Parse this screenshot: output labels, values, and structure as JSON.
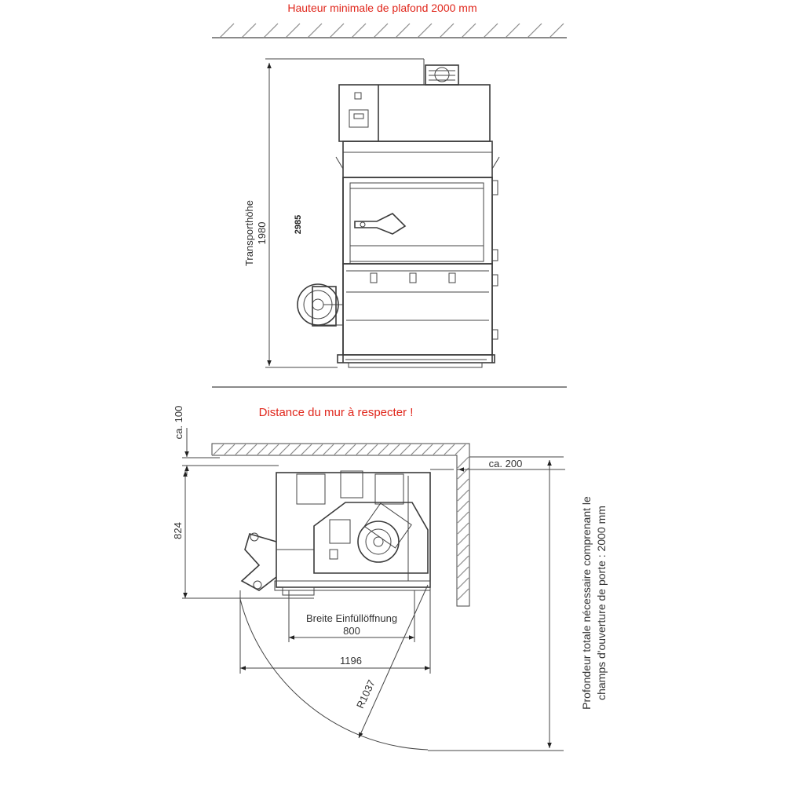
{
  "diagram": {
    "ceiling_note": "Hauteur minimale de plafond 2000 mm",
    "wall_note": "Distance du mur à respecter !",
    "front_view": {
      "transport_height_label": "Transporthöhe",
      "transport_height_value": "1980",
      "total_height_value": "2985"
    },
    "top_view": {
      "wall_gap_top": "ca. 100",
      "wall_gap_side": "ca. 200",
      "depth_value": "824",
      "opening_label": "Breite Einfüllöffnung",
      "opening_value": "800",
      "width_value": "1196",
      "radius_value": "R1037",
      "total_depth_line1": "Profondeur totale nécessaire comprenant le",
      "total_depth_line2": "champs d'ouverture de porte : 2000 mm"
    },
    "colors": {
      "note": "#e0261b",
      "line": "#333333",
      "hatch": "#8a8a8a"
    }
  }
}
